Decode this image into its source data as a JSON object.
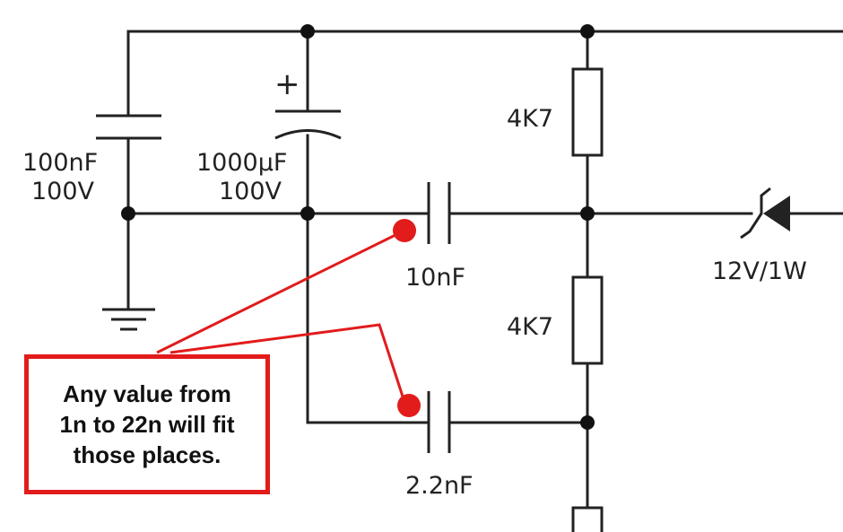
{
  "components": {
    "c1": {
      "value": "100nF",
      "voltage": "100V"
    },
    "c2": {
      "polarity": "+",
      "value": "1000µF",
      "voltage": "100V"
    },
    "c3": {
      "value": "10nF"
    },
    "c4": {
      "value": "2.2nF"
    },
    "r1": {
      "value": "4K7"
    },
    "r2": {
      "value": "4K7"
    },
    "zener": {
      "value": "12V/1W"
    }
  },
  "note": {
    "lines": [
      "Any value from",
      "1n to 22n will fit",
      "those places."
    ]
  },
  "colors": {
    "wire": "#222222",
    "annotation": "#e21b1b",
    "background": "#ffffff"
  }
}
